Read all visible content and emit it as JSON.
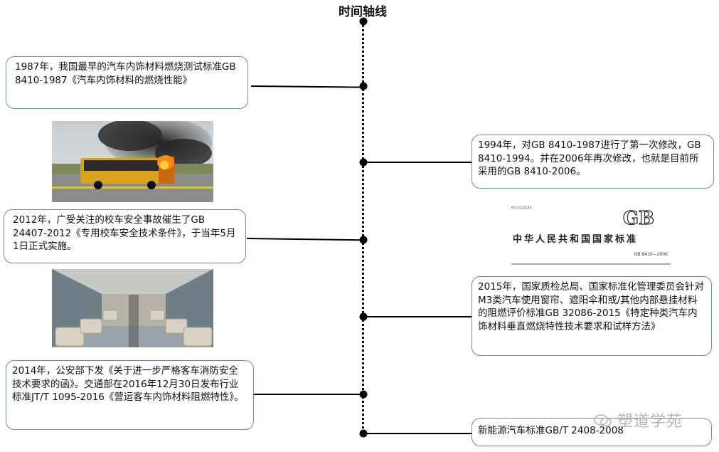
{
  "title": "时间轴线",
  "events": [
    {
      "text": "1987年，我国最早的汽车内饰材料燃烧测试标准GB 8410-1987《汽车内饰材料的燃烧性能》"
    },
    {
      "text": "1994年，对GB 8410-1987进行了第一次修改，GB 8410-1994。并在2006年再次修改，也就是目前所采用的GB 8410-2006。"
    },
    {
      "text": "2012年，广受关注的校车安全事故催生了GB 24407-2012《专用校车安全技术条件》，于当年5月1日正式实施。"
    },
    {
      "text": "2015年，国家质检总局、国家标准化管理委员会针对M3类汽车使用窗帘、遮阳伞和或/其他内部悬挂材料的阻燃评价标准GB 32086-2015《特定种类汽车内饰材料垂直燃烧特性技术要求和试样方法》"
    },
    {
      "text": "2014年，公安部下发《关于进一步严格客车消防安全技术要求的函》。交通部在2016年12月30日发布行业标准JT/T 1095-2016《营运客车内饰材料阻燃特性》。"
    },
    {
      "text": "新能源汽车标准GB/T 2408-2008"
    }
  ],
  "gb_doc": {
    "logo": "GB",
    "heading": "中华人民共和国国家标准",
    "code": "GB 8410—2006",
    "top_meta": "ICS 13.220.40"
  },
  "watermark": "塑道学苑",
  "images": {
    "bus_fire": "burning-bus-photo",
    "bus_interior": "bus-interior-photo"
  }
}
